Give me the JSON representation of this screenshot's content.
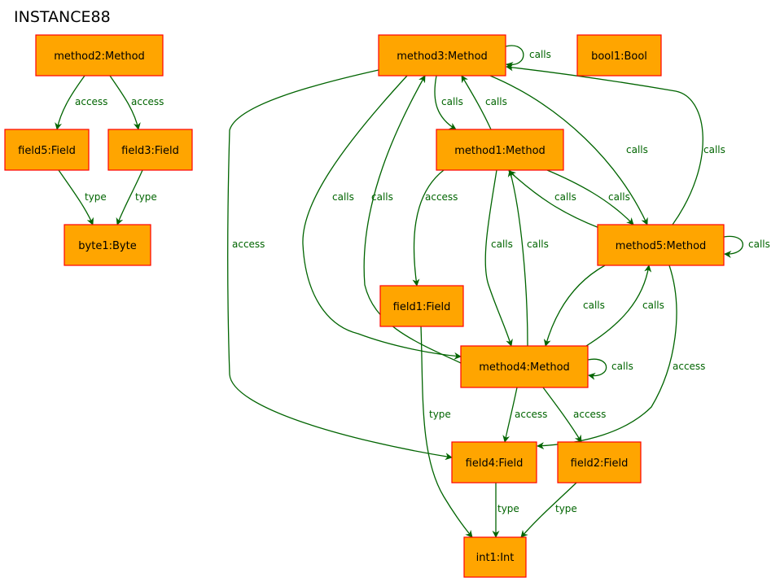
{
  "title": "INSTANCE88",
  "colors": {
    "node_fill": "#ffa500",
    "node_border": "#ff0000",
    "edge": "#006400"
  },
  "nodes": [
    {
      "id": "method2",
      "label": "method2:Method"
    },
    {
      "id": "field5",
      "label": "field5:Field"
    },
    {
      "id": "field3",
      "label": "field3:Field"
    },
    {
      "id": "byte1",
      "label": "byte1:Byte"
    },
    {
      "id": "method3",
      "label": "method3:Method"
    },
    {
      "id": "bool1",
      "label": "bool1:Bool"
    },
    {
      "id": "method1",
      "label": "method1:Method"
    },
    {
      "id": "method5",
      "label": "method5:Method"
    },
    {
      "id": "field1",
      "label": "field1:Field"
    },
    {
      "id": "method4",
      "label": "method4:Method"
    },
    {
      "id": "field4",
      "label": "field4:Field"
    },
    {
      "id": "field2",
      "label": "field2:Field"
    },
    {
      "id": "int1",
      "label": "int1:Int"
    }
  ],
  "edges": [
    {
      "id": "method2-field5",
      "from": "method2",
      "to": "field5",
      "label": "access"
    },
    {
      "id": "method2-field3",
      "from": "method2",
      "to": "field3",
      "label": "access"
    },
    {
      "id": "field5-byte1",
      "from": "field5",
      "to": "byte1",
      "label": "type"
    },
    {
      "id": "field3-byte1",
      "from": "field3",
      "to": "byte1",
      "label": "type"
    },
    {
      "id": "method3-method3",
      "from": "method3",
      "to": "method3",
      "label": "calls"
    },
    {
      "id": "method3-method1",
      "from": "method3",
      "to": "method1",
      "label": "calls"
    },
    {
      "id": "method1-method3",
      "from": "method1",
      "to": "method3",
      "label": "calls"
    },
    {
      "id": "method3-method5",
      "from": "method3",
      "to": "method5",
      "label": "calls"
    },
    {
      "id": "method5-method3",
      "from": "method5",
      "to": "method3",
      "label": "calls"
    },
    {
      "id": "method3-method4",
      "from": "method3",
      "to": "method4",
      "label": "calls"
    },
    {
      "id": "method4-method3",
      "from": "method4",
      "to": "method3",
      "label": "calls"
    },
    {
      "id": "method3-field4",
      "from": "method3",
      "to": "field4",
      "label": "access"
    },
    {
      "id": "method1-field1",
      "from": "method1",
      "to": "field1",
      "label": "access"
    },
    {
      "id": "method1-method4",
      "from": "method1",
      "to": "method4",
      "label": "calls"
    },
    {
      "id": "method4-method1",
      "from": "method4",
      "to": "method1",
      "label": "calls"
    },
    {
      "id": "method1-method5",
      "from": "method1",
      "to": "method5",
      "label": "calls"
    },
    {
      "id": "method5-method1",
      "from": "method5",
      "to": "method1",
      "label": "calls"
    },
    {
      "id": "method5-method5",
      "from": "method5",
      "to": "method5",
      "label": "calls"
    },
    {
      "id": "method5-method4",
      "from": "method5",
      "to": "method4",
      "label": "calls"
    },
    {
      "id": "method4-method5",
      "from": "method4",
      "to": "method5",
      "label": "calls"
    },
    {
      "id": "method5-field4",
      "from": "method5",
      "to": "field4",
      "label": "access"
    },
    {
      "id": "method4-method4",
      "from": "method4",
      "to": "method4",
      "label": "calls"
    },
    {
      "id": "method4-field4",
      "from": "method4",
      "to": "field4",
      "label": "access"
    },
    {
      "id": "method4-field2",
      "from": "method4",
      "to": "field2",
      "label": "access"
    },
    {
      "id": "field1-int1",
      "from": "field1",
      "to": "int1",
      "label": "type"
    },
    {
      "id": "field4-int1",
      "from": "field4",
      "to": "int1",
      "label": "type"
    },
    {
      "id": "field2-int1",
      "from": "field2",
      "to": "int1",
      "label": "type"
    }
  ]
}
